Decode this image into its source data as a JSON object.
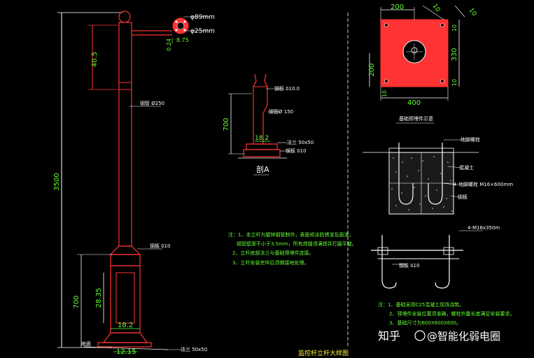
{
  "dimensions": {
    "total_height": "3500",
    "arm_height": "40.5",
    "base_height": "700",
    "door_height": "28.35",
    "pole_width": "18.2",
    "base_width": "12.15",
    "arm_gap_1": "0.24",
    "arm_gap_2": "8.75",
    "dia_large": "φ89mm",
    "dia_small": "φ25mm",
    "section_height": "700",
    "section_width": "18.2",
    "plate_top": "200",
    "plate_bottom": "400",
    "plate_left": "200",
    "plate_right_top": "10",
    "plate_right_mid": "330",
    "plate_right_bottom": "10",
    "plate_left_bottom": "10",
    "plate_corner_a": "10",
    "plate_corner_b": "10"
  },
  "labels": {
    "pole_mid": "钢管 Ø250",
    "pole_ring": "钢板 δ10",
    "flange": "法兰 50x50",
    "ground": "地面",
    "section_top": "钢板 δ10.0",
    "section_mid": "钢管Ø 150",
    "section_flange": "法兰 50x50",
    "section_plate": "钢板 δ10",
    "section_title": "剖A",
    "foundation_title": "基础预埋件示意",
    "foundation_l1": "地脚螺栓",
    "foundation_l2": "混凝土",
    "foundation_l3": "4-地脚螺栓 M16×600mm",
    "foundation_l4": "钢板",
    "bolt_label": "4-M16x350m",
    "bolt_plate": "钢板 δ10",
    "footer_title": "监控杆立杆大样图"
  },
  "notes_1": {
    "n1": "注：1、本立杆为镀锌钢管制作，表面喷涂防锈漆及面漆。",
    "n1b": "钢管壁厚不小于3.5mm，所有焊缝须满焊并打磨平整。",
    "n2": "2、立杆底部法兰与基础预埋件连接。",
    "n3": "3、立杆安装完毕后须做接地处理。"
  },
  "notes_2": {
    "n1": "注：1、基础采用C25混凝土现场浇筑。",
    "n2": "2、预埋件安装位置须准确，螺栓外露长度满足安装要求。",
    "n3": "3、基础尺寸为600X600X600。"
  },
  "watermark": {
    "site": "知乎",
    "author": "@智能化弱电圈"
  }
}
